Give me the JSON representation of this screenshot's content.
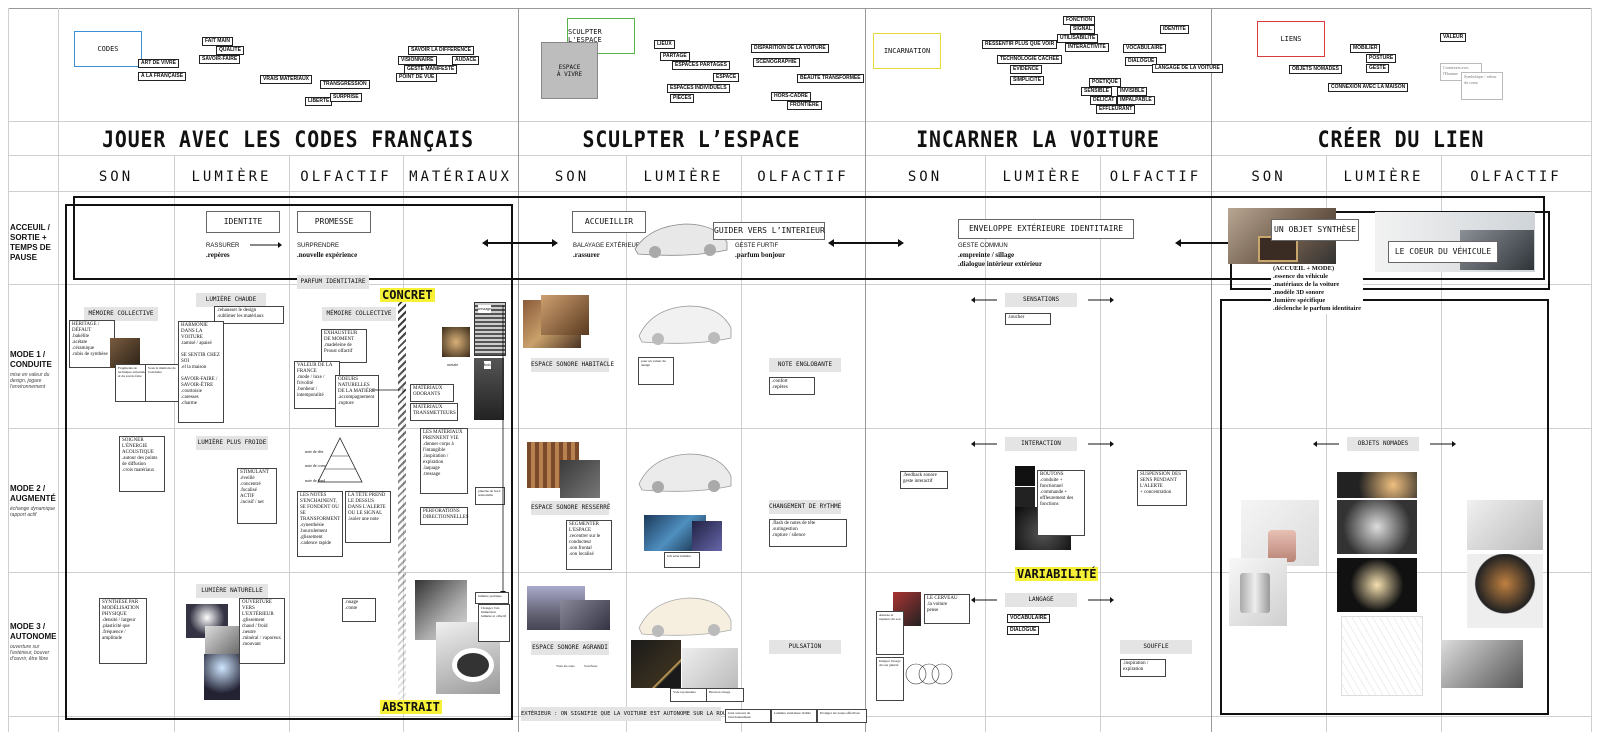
{
  "sections": {
    "codes": "JOUER AVEC LES CODES FRANÇAIS",
    "espace": "SCULPTER L’ESPACE",
    "voiture": "INCARNER LA VOITURE",
    "lien": "CRÉER DU LIEN"
  },
  "columns": [
    "SON",
    "LUMIÈRE",
    "OLFACTIF",
    "MATÉRIAUX",
    "SON",
    "LUMIÈRE",
    "OLFACTIF",
    "SON",
    "LUMIÈRE",
    "OLFACTIF",
    "SON",
    "LUMIÈRE",
    "OLFACTIF"
  ],
  "rows": {
    "accueil": "ACCEUIL / SORTIE + TEMPS DE PAUSE",
    "mode1": "MODE 1 / CONDUITE",
    "mode1_sub": "mise en valeur du design, jogare l'environnement",
    "mode2": "MODE 2 / AUGMENTÉ",
    "mode2_sub": "échange dynamique rapport actif",
    "mode3": "MODE 3 / AUTONOME",
    "mode3_sub": "ouverture sur l'extérieur, bouver d'ouvrir, être libre"
  },
  "top": {
    "codes": "CODES",
    "sculpter": "SCULPTER L'ESPACE",
    "espace_vivre": "ESPACE\nÀ VIVRE",
    "incarnation": "INCARNATION",
    "liens": "LIENS",
    "tags_codes": [
      "FAIT MAIN",
      "QUALITÉ",
      "SAVOIR-FAIRE",
      "ART DE VIVRE",
      "À LA FRANÇAISE",
      "VRAIS MATÉRIAUX",
      "TRANSGRESSION",
      "LIBERTÉ",
      "SURPRISE",
      "SAVOIR LA DIFFÉRENCE",
      "VISIONNAIRE",
      "GESTE MANIFESTE",
      "POINT DE VUE",
      "AUDACE"
    ],
    "tags_espace": [
      "LIEUX",
      "PARTAGE",
      "ESPACES PARTAGÉS",
      "ESPACE",
      "ESPACES INDIVIDUELS",
      "PIÈCES",
      "DISPARITION DE LA VOITURE",
      "SCÉNOGRAPHIE",
      "BEAUTÉ TRANSFORMÉE",
      "HORS-CADRE",
      "FRONTIÈRE"
    ],
    "tags_voiture": [
      "FONCTION",
      "SIGNAL",
      "UTILISABILITÉ",
      "INTERACTIVITÉ",
      "IDENTITÉ",
      "RESSENTIR PLUS QUE VOIR",
      "TECHNOLOGIE CACHÉE",
      "ÉVIDENCE",
      "SIMPLICITÉ",
      "VOCABULAIRE",
      "DIALOGUE",
      "LANGAGE DE LA VOITURE",
      "POÉTIQUE",
      "SENSIBLE",
      "INVISIBLE",
      "DÉLICAT",
      "IMPALPABLE",
      "EFFLEURANT"
    ],
    "tags_lien": [
      "MOBILIER",
      "POSTURE",
      "GESTE",
      "OBJETS NOMADES",
      "VALEUR",
      "CONNEXION AVEC LA MAISON"
    ],
    "small_notes": [
      "Connexion avec l'Homme",
      "Symbolique / valeur du coeur"
    ]
  },
  "accueil": {
    "identite": "IDENTITE",
    "promesse": "PROMESSE",
    "rassurer": "RASSURER",
    "reperes": ".repères",
    "surprendre": "SURPRENDRE",
    "nouvelle": ".nouvelle expérience",
    "parfum": "PARFUM IDENTITAIRE",
    "accueillir": "ACCUEILLIR",
    "balayage": "BALAYAGE EXTÉRIEUR",
    "rassurer2": ".rassurer",
    "guider": "GUIDER VERS L’INTERIEUR",
    "geste": "GESTE FURTIF",
    "parfum_bonjour": ".parfum bonjour",
    "enveloppe": "ENVELOPPE EXTÉRIEURE IDENTITAIRE",
    "geste_commun": "GESTE COMMUN",
    "empreinte": ".empreinte / sillage",
    "dialogue": ".dialogue intérieur extérieur",
    "objet": "UN OBJET SYNTHÈSE",
    "coeur": "LE COEUR DU VÉHICULE",
    "synth": "(ACCUEIL + MODE)\n.essence du véhicule\n.matériaux de la voiture\n.modèle 3D sonore\n.lumière spécifique\n.déclenche le parfum identitaire"
  },
  "mode1": {
    "memoire_son": "MÉMOIRE COLLECTIVE",
    "lumiere_chaude": "LUMIÈRE CHAUDE",
    "memoire_olf": "MÉMOIRE COLLECTIVE",
    "concret": "CONCRET",
    "heritage": "HÉRITAGE / DÉFAUT\n.bakélite\n.acétate\n.céramique\n.rubis de synthèse",
    "rehausser": ".rehausser le design\n.sublimer les matériaux",
    "harmonie": "HARMONIE DANS LA VOITURE\n.tamisé / apaisé\n\nSE SENTIR CHEZ SOI\n.el la maison\n\nSAVOIR-FAIRE / SAVOIR-ÊTRE\n.courtoisie\n.caresses\n.charme",
    "exhausteur": "EXHAUSTEUR DE MOMENT\n.madeleine de Proust olfactif",
    "valeur": "VALEUR DE LA FRANCE\n.mode / luxe / frivolité\n.bonheur / intemporalité",
    "odeurs": "ODEURS NATURELLES DE LA MATIÈRE\n.accompagnement\n.rupture",
    "materiaux": "MATÉRIAUX ODORANTS",
    "transmetteurs": "MATÉRIAUX TRANSMETTEURS",
    "espace_hab": "ESPACE SONORE HABITACLE",
    "note_englob": "NOTE ENGLOBANTE",
    "confort": ".confort\n.repères",
    "sensations": "SENSATIONS",
    "toucher": ".toucher",
    "mat_labels": [
      "tressage",
      "acetate",
      "bois"
    ]
  },
  "mode2": {
    "soigner": "SOIGNER L'ÉNERGIE ACOUSTIQUE\n.autour des points de diffusion\n.crois matériaux",
    "lumiere_froide": "LUMIÈRE PLUS FROIDE",
    "stimulant": "STIMULANT\n.éveillé\n.concentré\n.focalisé\nACTIF\n.incisif / net",
    "notes": "LES NOTES S'ENCHAINENT, SE FONDENT OU SE TRANSFORMENT\n.synesthésie\n.bouculement\n.glissement\n.cadence rapide",
    "tete": "LA TÊTE PREND LE DESSUS DANS L'ALERTE OU LE SIGNAL\n.isoler une note",
    "prennent": "LES MATÉRIAUX PRENNENT VIE\n.donner corps à l'intangible\n.inspiration / expiration\n.laquage\n.tressage",
    "perforations": "PERFORATIONS DIRECTIONNELLES",
    "pyramide": [
      "note de tête",
      "note de coeur",
      "note de fond"
    ],
    "espace_res": "ESPACE SONORE RESSERRÉ",
    "segmenter": "SEGMENTER L'ESPACE\n.recentrer sur le conducteur\n.son frontal\n.son localisé",
    "changement": "CHANGEMENT DE RYTHME",
    "flash": ".flash de notes de tête\n.suringestion\n.rupture / silence",
    "interaction": "INTERACTION",
    "feedback": ".feedback sonore\ngeste interactif",
    "boutons": "BOUTONS\n.conduite +\nfonctionnel\n.commande +\neffleurement des\nfonctions",
    "suspension": "SUSPENSION DES SENS PENDANT L'ALERTE\n+ concentration",
    "variabilite": "VARIABILITÉ",
    "objets_nomades": "OBJETS NOMADES",
    "plancher": "planche de bord sensorielle"
  },
  "mode3": {
    "synthese": "SYNTHÈSE PAR MODÉLISATION PHYSIQUE\n.densité / largeur\n.plasticité que\n.fréquence / amplitude",
    "lumiere_nat": "LUMIÈRE NATURELLE",
    "ouverture": "OUVERTURE VERS L'EXTÉRIEUR\n.glissement\nchaud / froid\n.neutre\n.minéral / vaporeux\n.mouvant",
    "nuage": ".nuage\n.conte",
    "abstrait": "ABSTRAIT",
    "espace_agr": "ESPACE SONORE AGRANDI",
    "pulsation": "PULSATION",
    "langage": "LANGAGE",
    "cerveau": "LE CERVEAU\n.la voiture\npense",
    "vocab": "VOCABULAIRE",
    "dialogue": "DIALOGUE",
    "souffle": "SOUFFLE",
    "inspiration": ".inspiration /\nexpiration",
    "exterieur": "EXTÉRIEUR : ON SIGNIFIE QUE LA VOITURE EST AUTONOME SUR LA ROUTE",
    "luminaire": "lumière poétique"
  },
  "colors": {
    "codes": "#3b8fd6",
    "sculpter": "#5ab34a",
    "incarnation": "#e8d93a",
    "liens": "#d83b3b",
    "highlight": "#f6f036"
  }
}
